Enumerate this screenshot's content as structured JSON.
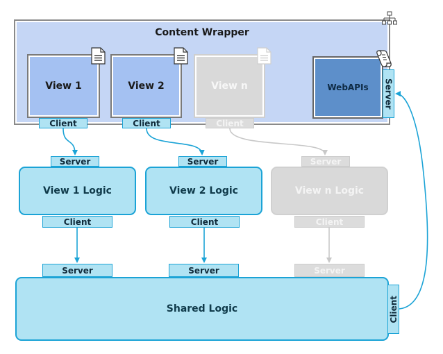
{
  "wrapper": {
    "title": "Content Wrapper"
  },
  "views": [
    {
      "label": "View 1",
      "client": "Client"
    },
    {
      "label": "View 2",
      "client": "Client"
    },
    {
      "label": "View n",
      "client": "Client"
    }
  ],
  "webapis": {
    "label": "WebAPIs",
    "server": "Server"
  },
  "logic_blocks": [
    {
      "label": "View 1 Logic",
      "server": "Server",
      "client": "Client"
    },
    {
      "label": "View 2 Logic",
      "server": "Server",
      "client": "Client"
    },
    {
      "label": "View n Logic",
      "server": "Server",
      "client": "Client"
    }
  ],
  "shared": {
    "label": "Shared Logic",
    "servers": [
      "Server",
      "Server",
      "Server"
    ],
    "client": "Client"
  },
  "colors": {
    "connector": "#1ba3d6",
    "ghost_connector": "#c8c8c8",
    "wrapper_fill": "#c5d6f5",
    "view_fill": "#a4c1f2",
    "webapis_fill": "#5d8fca",
    "logic_fill": "#b0e3f3"
  },
  "icons": [
    "network-icon",
    "document-icon",
    "scroll-icon"
  ]
}
